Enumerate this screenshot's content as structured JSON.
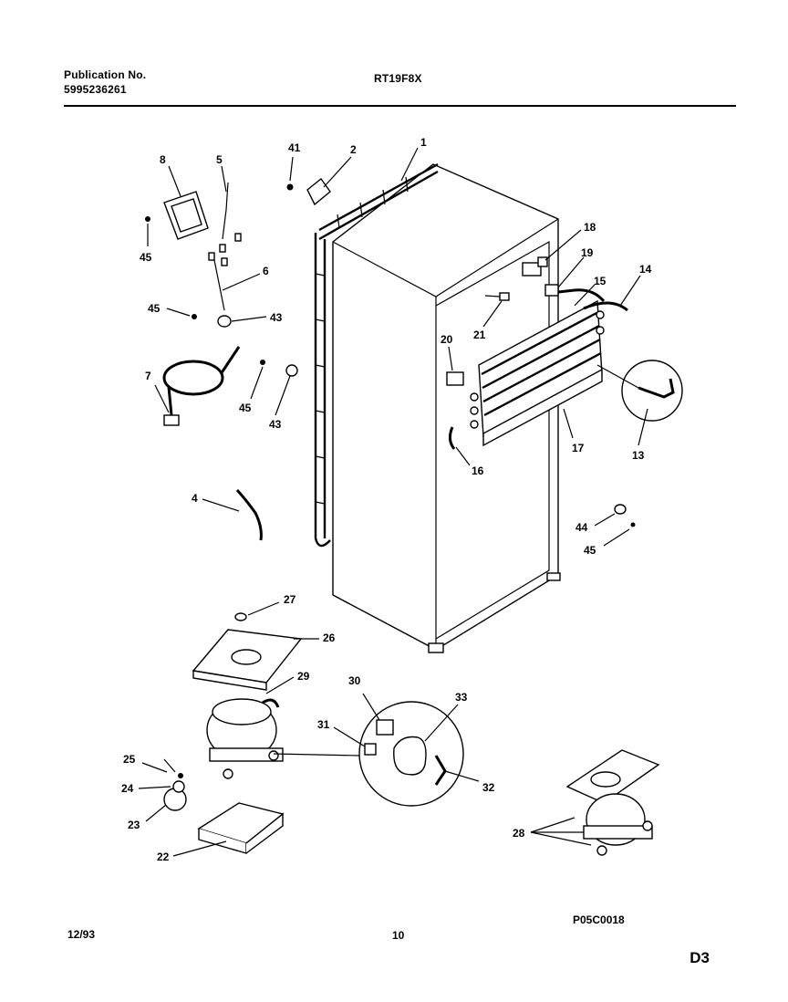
{
  "header": {
    "publication_label": "Publication No.",
    "publication_number": "5995236261",
    "model": "RT19F8X"
  },
  "footer": {
    "date": "12/93",
    "page": "10",
    "drawing_code": "P05C0018",
    "sheet": "D3"
  },
  "callouts": [
    "1",
    "2",
    "41",
    "8",
    "5",
    "45",
    "6",
    "45",
    "43",
    "7",
    "45",
    "43",
    "4",
    "18",
    "19",
    "15",
    "14",
    "21",
    "20",
    "13",
    "17",
    "16",
    "44",
    "45",
    "27",
    "26",
    "29",
    "30",
    "33",
    "31",
    "25",
    "24",
    "23",
    "32",
    "22",
    "28"
  ]
}
